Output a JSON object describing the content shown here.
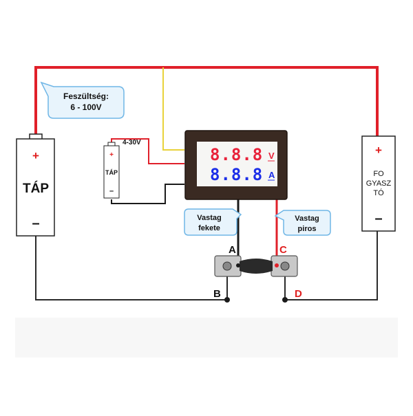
{
  "colors": {
    "wire_red": "#e0202a",
    "wire_black": "#1a1a1a",
    "wire_yellow": "#e8d23a",
    "meter_frame": "#3a2a22",
    "digits_red": "#e8223a",
    "digits_blue": "#1c2ee8",
    "callout_fill": "#e8f4fc",
    "callout_stroke": "#6fb6e6",
    "label_red": "#e02020",
    "label_black": "#111111"
  },
  "callouts": {
    "voltage_line1": "Feszültség:",
    "voltage_line2": "6 - 100V",
    "thick_black_line1": "Vastag",
    "thick_black_line2": "fekete",
    "thick_red_line1": "Vastag",
    "thick_red_line2": "piros"
  },
  "main_supply": {
    "plus": "+",
    "name": "TÁP",
    "minus": "–"
  },
  "aux_supply": {
    "voltage": "4-30V",
    "plus": "+",
    "name": "TÁP",
    "minus": "–"
  },
  "meter": {
    "voltage_digits": "8.8.8",
    "voltage_unit": "V",
    "current_digits": "8.8.8",
    "current_unit": "A"
  },
  "consumer": {
    "plus": "+",
    "line1": "FO",
    "line2": "GYASZ",
    "line3": "TÓ",
    "minus": "–"
  },
  "terminals": {
    "a": "A",
    "b": "B",
    "c": "C",
    "d": "D"
  }
}
